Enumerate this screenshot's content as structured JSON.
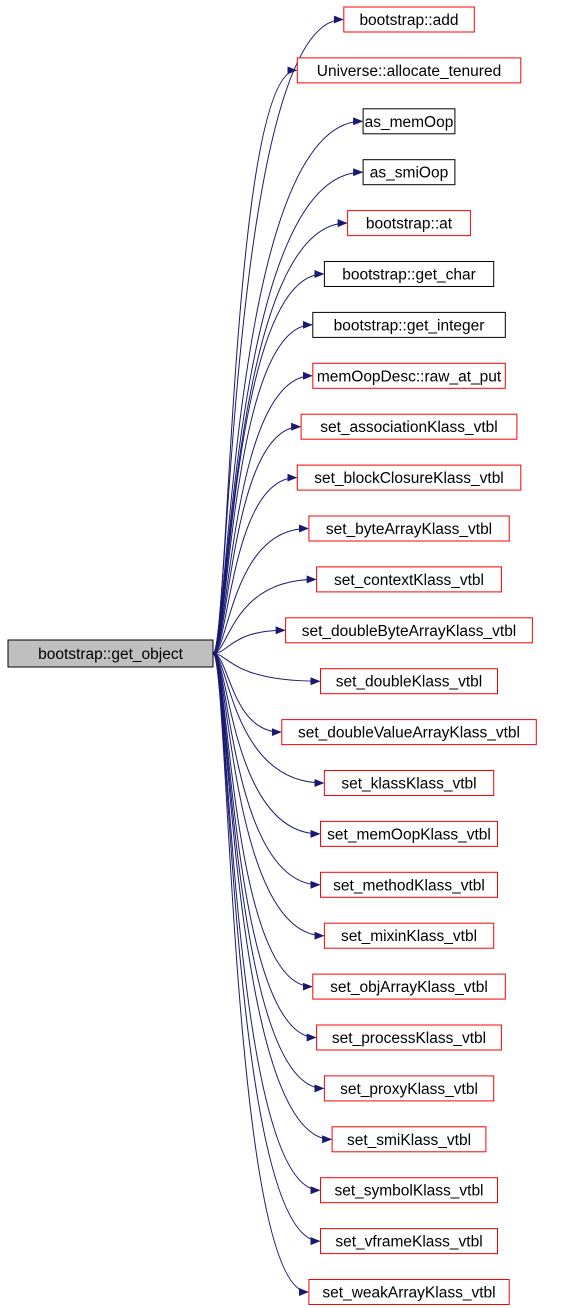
{
  "diagram": {
    "type": "call-graph",
    "edge_color": "#191970",
    "root": {
      "label": "bootstrap::get_object",
      "fill": "#bfbfbf",
      "border": "#000000"
    },
    "nodes": [
      {
        "label": "bootstrap::add",
        "border": "#ff0000"
      },
      {
        "label": "Universe::allocate_tenured",
        "border": "#ff0000"
      },
      {
        "label": "as_memOop",
        "border": "#000000"
      },
      {
        "label": "as_smiOop",
        "border": "#000000"
      },
      {
        "label": "bootstrap::at",
        "border": "#ff0000"
      },
      {
        "label": "bootstrap::get_char",
        "border": "#000000"
      },
      {
        "label": "bootstrap::get_integer",
        "border": "#000000"
      },
      {
        "label": "memOopDesc::raw_at_put",
        "border": "#ff0000"
      },
      {
        "label": "set_associationKlass_vtbl",
        "border": "#ff0000"
      },
      {
        "label": "set_blockClosureKlass_vtbl",
        "border": "#ff0000"
      },
      {
        "label": "set_byteArrayKlass_vtbl",
        "border": "#ff0000"
      },
      {
        "label": "set_contextKlass_vtbl",
        "border": "#ff0000"
      },
      {
        "label": "set_doubleByteArrayKlass_vtbl",
        "border": "#ff0000"
      },
      {
        "label": "set_doubleKlass_vtbl",
        "border": "#ff0000"
      },
      {
        "label": "set_doubleValueArrayKlass_vtbl",
        "border": "#ff0000"
      },
      {
        "label": "set_klassKlass_vtbl",
        "border": "#ff0000"
      },
      {
        "label": "set_memOopKlass_vtbl",
        "border": "#ff0000"
      },
      {
        "label": "set_methodKlass_vtbl",
        "border": "#ff0000"
      },
      {
        "label": "set_mixinKlass_vtbl",
        "border": "#ff0000"
      },
      {
        "label": "set_objArrayKlass_vtbl",
        "border": "#ff0000"
      },
      {
        "label": "set_processKlass_vtbl",
        "border": "#ff0000"
      },
      {
        "label": "set_proxyKlass_vtbl",
        "border": "#ff0000"
      },
      {
        "label": "set_smiKlass_vtbl",
        "border": "#ff0000"
      },
      {
        "label": "set_symbolKlass_vtbl",
        "border": "#ff0000"
      },
      {
        "label": "set_vframeKlass_vtbl",
        "border": "#ff0000"
      },
      {
        "label": "set_weakArrayKlass_vtbl",
        "border": "#ff0000"
      }
    ]
  }
}
